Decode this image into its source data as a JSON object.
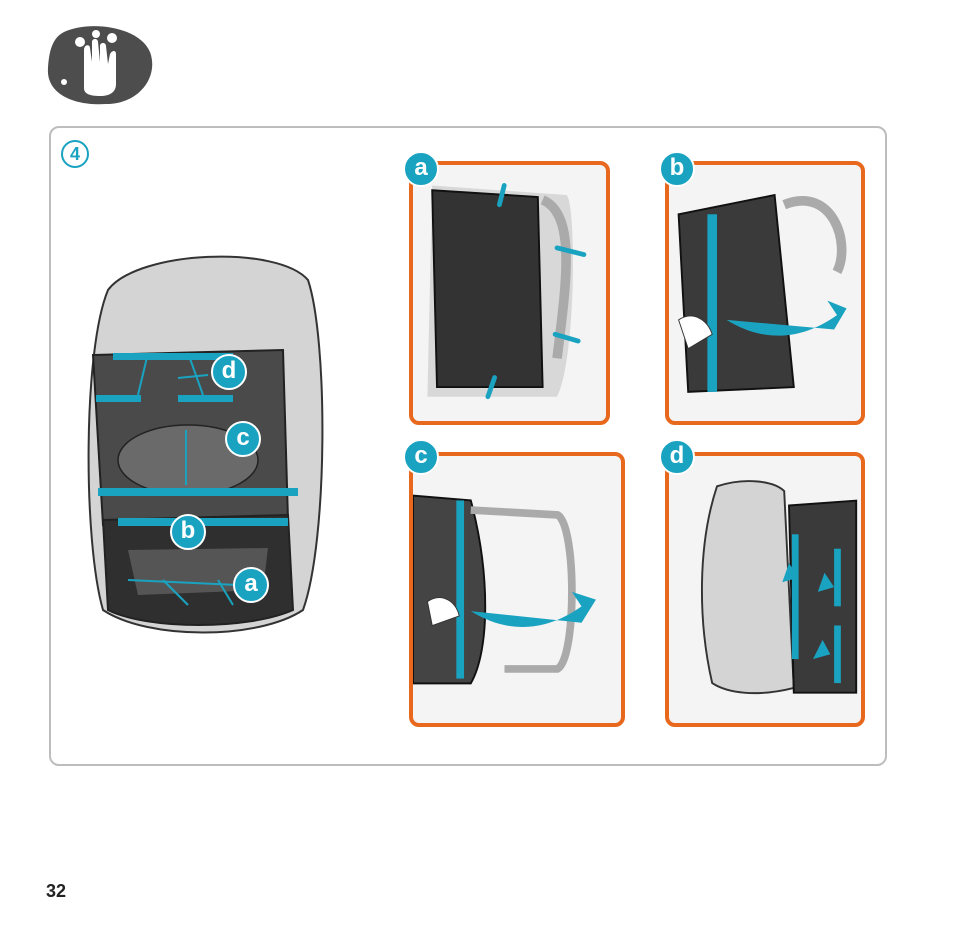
{
  "step": {
    "number": "4"
  },
  "main_figure": {
    "callouts": {
      "a": "a",
      "b": "b",
      "c": "c",
      "d": "d"
    }
  },
  "panels": [
    {
      "id": "a",
      "label": "a"
    },
    {
      "id": "b",
      "label": "b"
    },
    {
      "id": "c",
      "label": "c"
    },
    {
      "id": "d",
      "label": "d"
    }
  ],
  "footer": {
    "page_number": "32"
  },
  "colors": {
    "accent": "#1aa3c0",
    "panel_border": "#e8681d",
    "logo": "#4d4d4d",
    "frame": "#bdbdbd"
  },
  "icons": {
    "logo": "hand-icon"
  }
}
